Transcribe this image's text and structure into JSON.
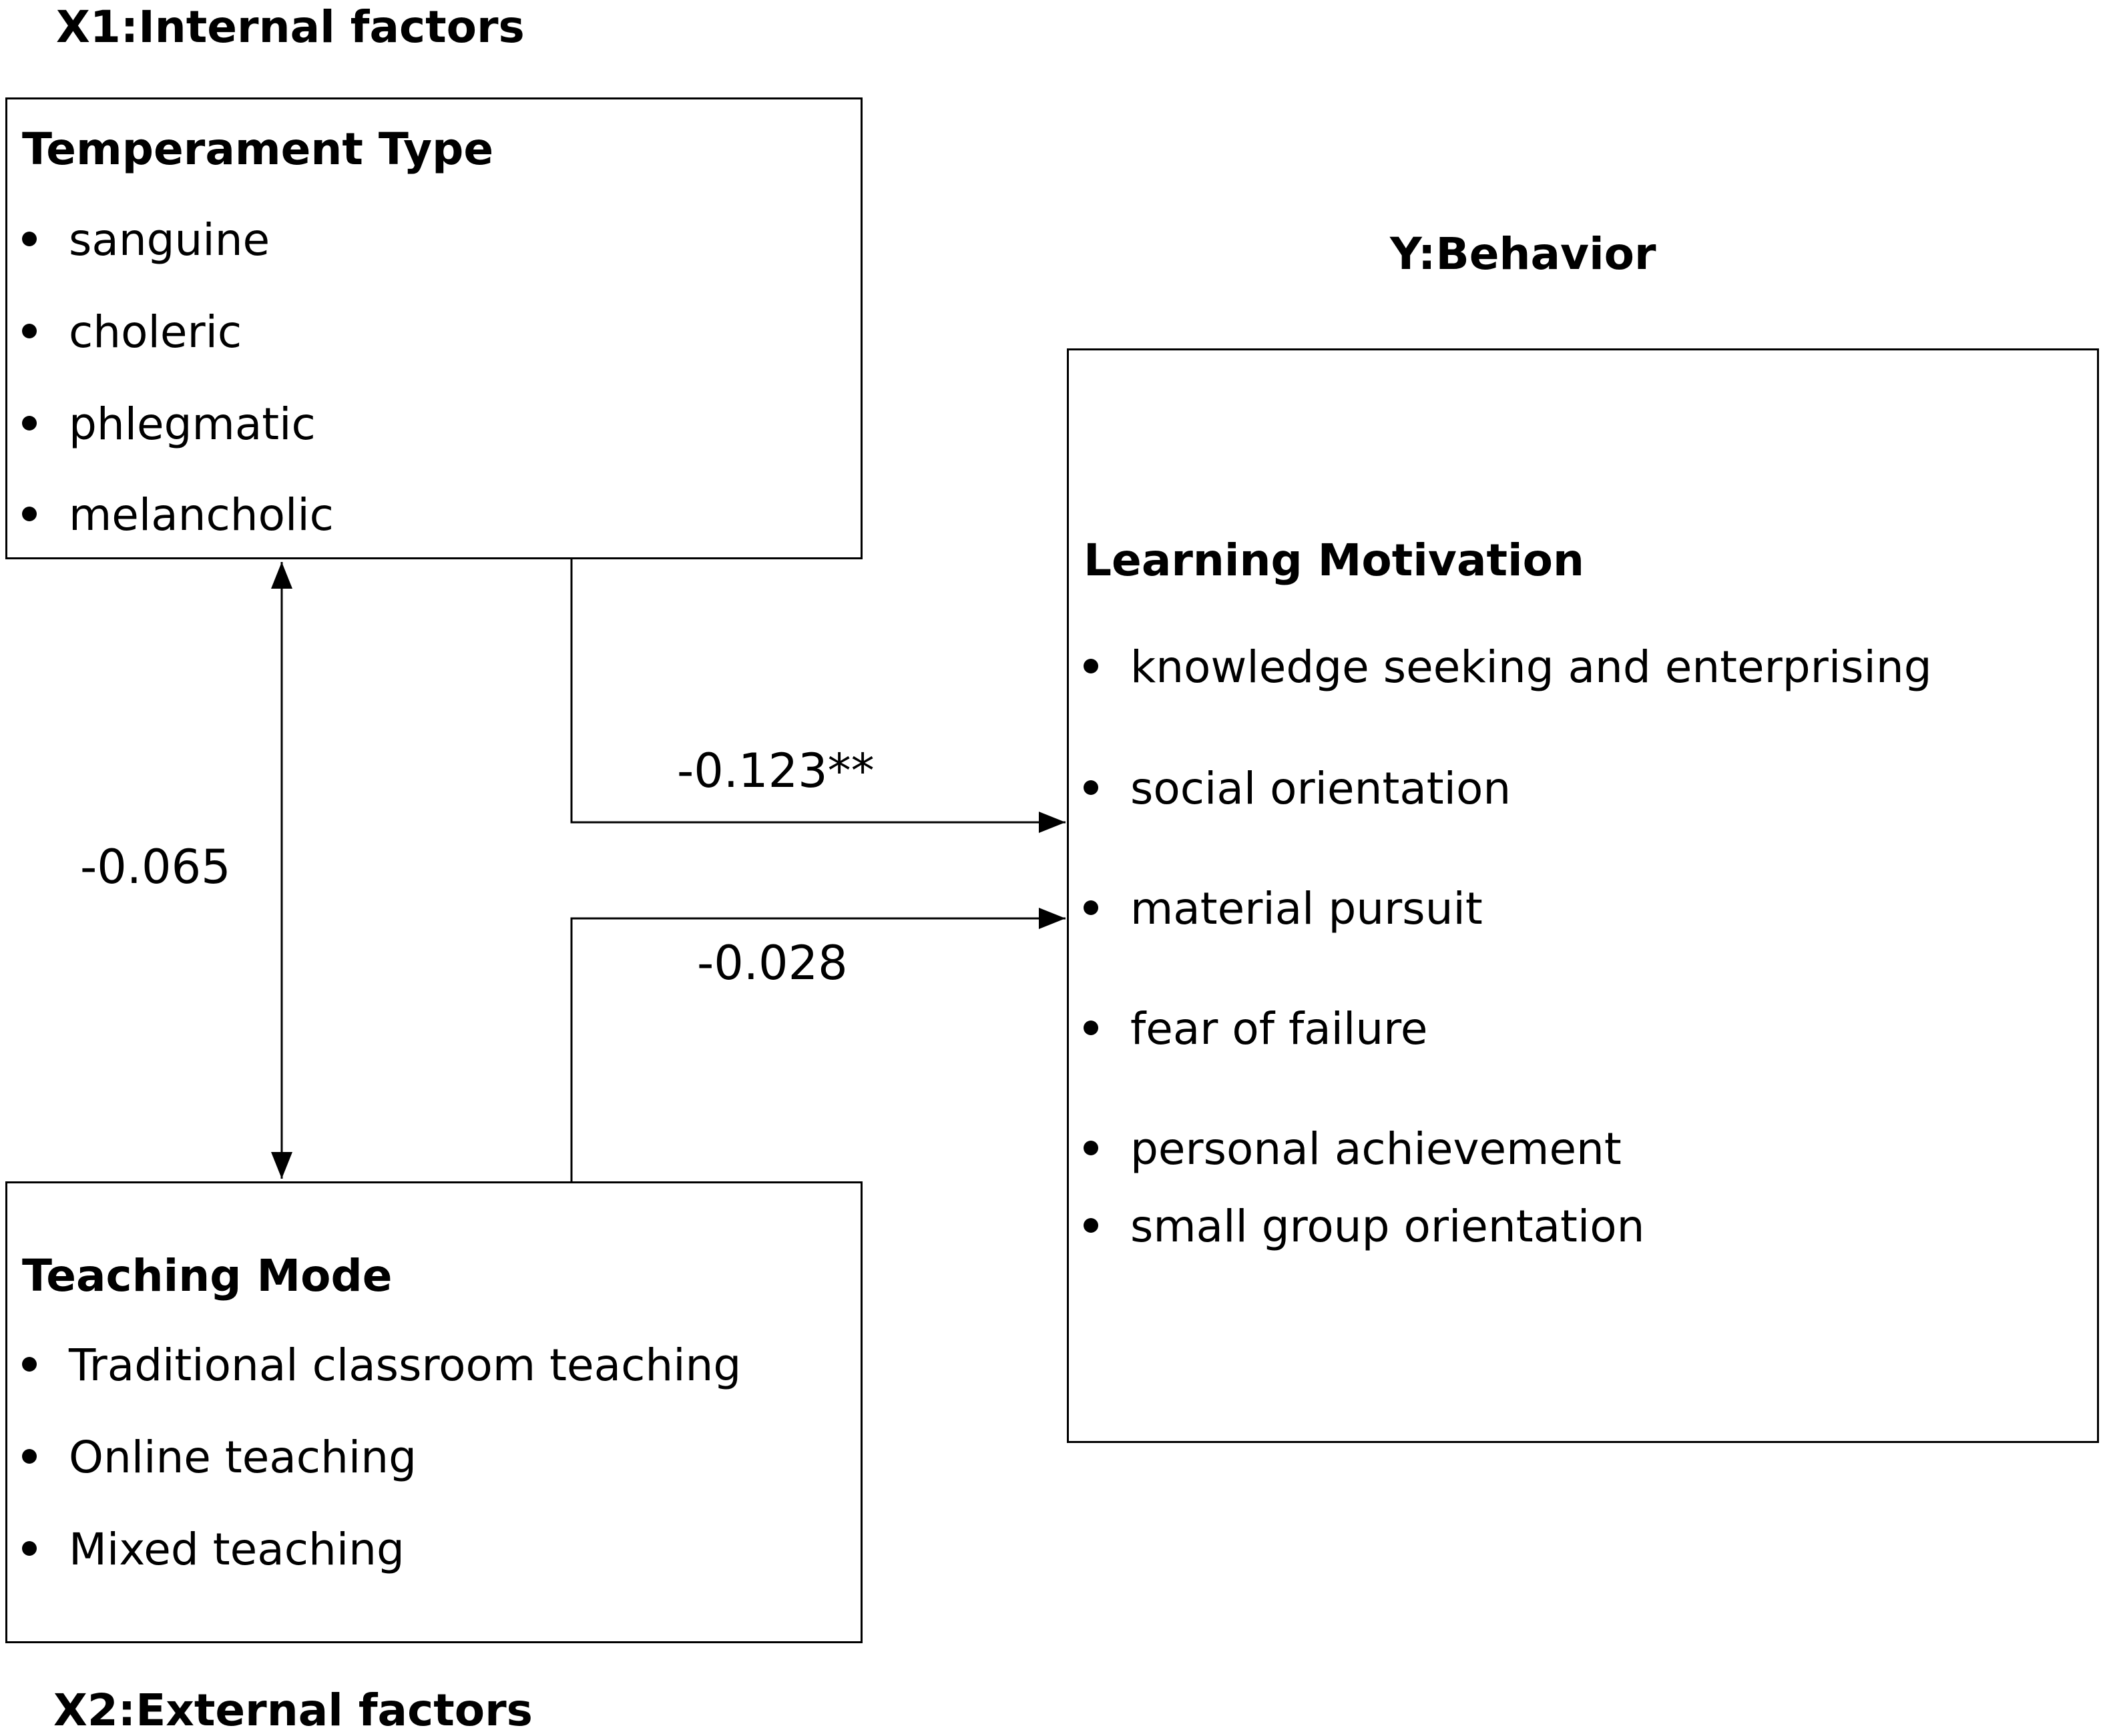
{
  "x1": {
    "heading": "X1:Internal factors",
    "box_title": "Temperament Type",
    "items": [
      "sanguine",
      "choleric",
      "phlegmatic",
      "melancholic"
    ]
  },
  "x2": {
    "heading": "X2:External factors",
    "box_title": "Teaching Mode",
    "items": [
      "Traditional classroom teaching",
      "Online teaching",
      "Mixed teaching"
    ]
  },
  "y": {
    "heading": "Y:Behavior",
    "box_title": "Learning Motivation",
    "items": [
      "knowledge seeking and enterprising",
      "social orientation",
      "material pursuit",
      "fear of failure",
      "personal achievement",
      "small group orientation"
    ]
  },
  "paths": {
    "x1_x2": "-0.065",
    "x1_y": "-0.123**",
    "x2_y": "-0.028"
  }
}
